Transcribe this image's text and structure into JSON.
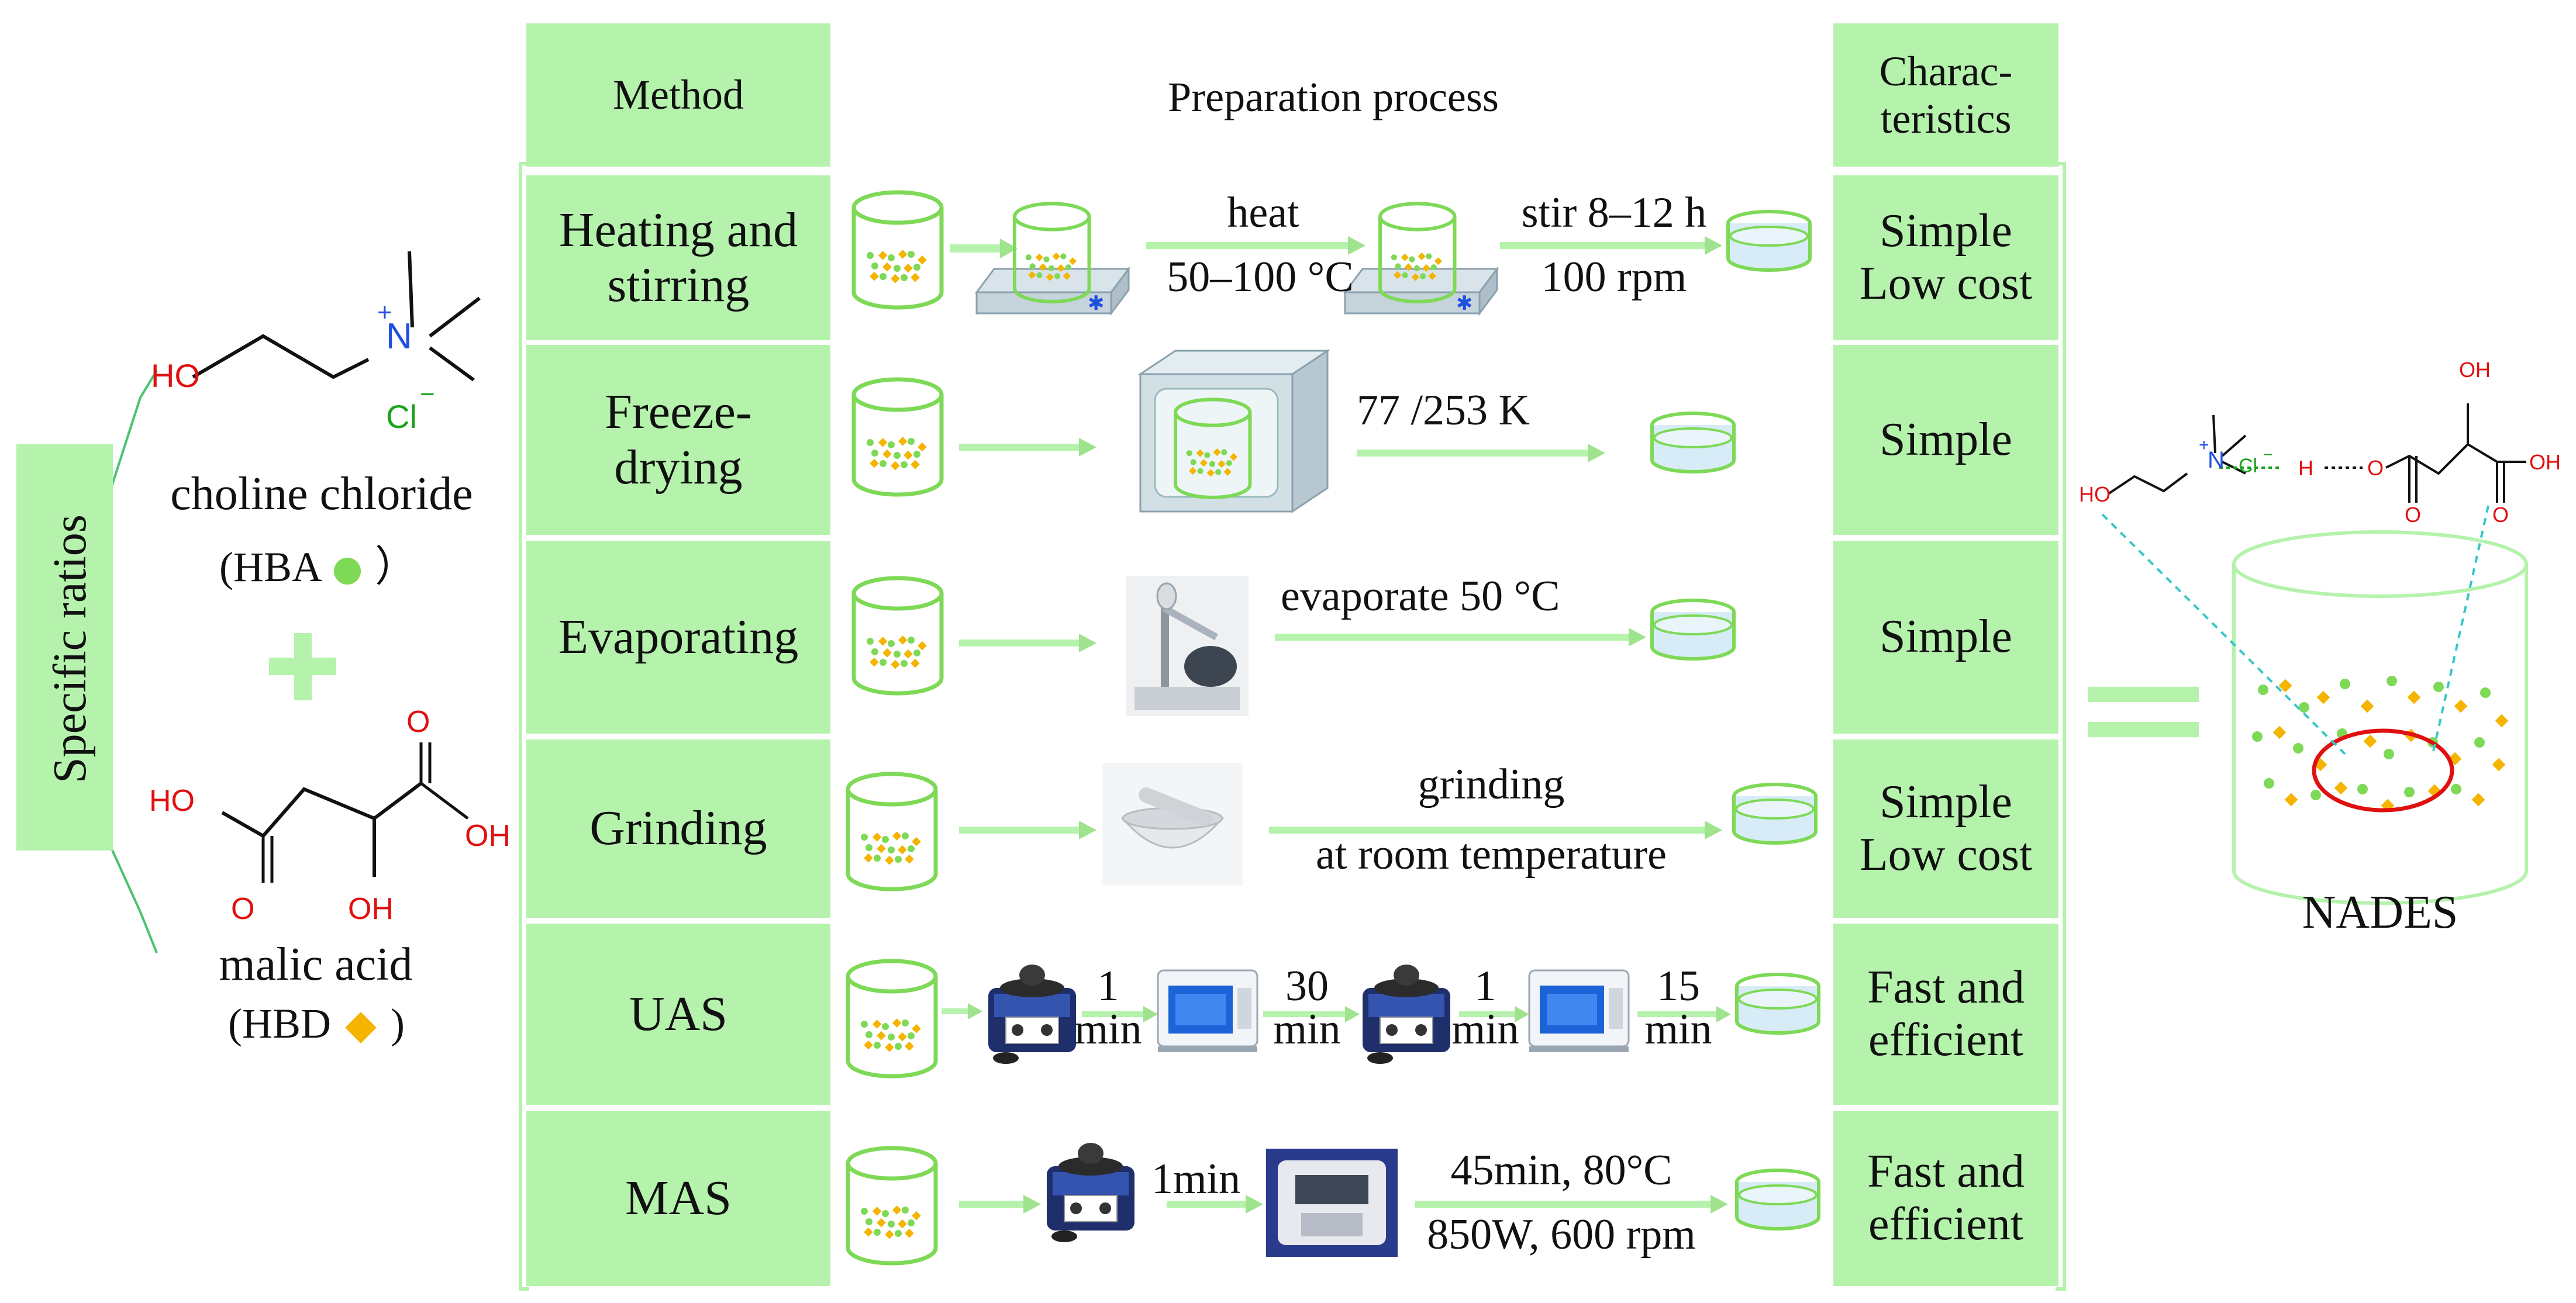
{
  "colors": {
    "panel_green": "#b5f2ac",
    "arrow_green": "#9fe38f",
    "beaker_stroke": "#7ed957",
    "hba_dot": "#7ed957",
    "hbd_diamond": "#f4b400",
    "liquid": "#d7ecf7",
    "heteroatom_red": "#e01010",
    "nitrogen_blue": "#1f4fe0",
    "chloride_green": "#1aa31a"
  },
  "left": {
    "side_label": "Specific ratios",
    "hba_name": "choline chloride",
    "hba_tag": "(HBA",
    "hba_tag_close": "）",
    "hbd_name": "malic acid",
    "hbd_tag": "(HBD",
    "hbd_tag_close": ")",
    "choline_atoms": {
      "ho": "HO",
      "n": "N",
      "plus": "+",
      "cl": "Cl",
      "minus": "−"
    },
    "malic_atoms": {
      "ho_left": "HO",
      "o_left": "O",
      "oh_middle": "OH",
      "o_right": "O",
      "oh_right": "OH"
    }
  },
  "table": {
    "header_method": "Method",
    "header_process": "Preparation process",
    "header_characteristics": "Charac-\nteristics",
    "rows": [
      {
        "method": "Heating and\nstirring",
        "characteristics": "Simple\nLow cost",
        "step1": "heat",
        "step1b": "50–100 °C",
        "step2": "stir 8–12 h",
        "step2b": "100 rpm"
      },
      {
        "method": "Freeze-\ndrying",
        "characteristics": "Simple",
        "step1": "77 /253 K"
      },
      {
        "method": "Evaporating",
        "characteristics": "Simple",
        "step1": "evaporate 50 °C"
      },
      {
        "method": "Grinding",
        "characteristics": "Simple\nLow cost",
        "step1": "grinding",
        "step1b": "at room temperature"
      },
      {
        "method": "UAS",
        "characteristics": "Fast and\nefficient",
        "steps": [
          "1\nmin",
          "30\nmin",
          "1\nmin",
          "15\nmin"
        ]
      },
      {
        "method": "MAS",
        "characteristics": "Fast and\nefficient",
        "step1": "1min",
        "step2": "45min, 80°C",
        "step2b": "850W, 600 rpm"
      }
    ]
  },
  "right": {
    "product_label": "NADES",
    "hbond_atoms": {
      "ho": "HO",
      "n": "N",
      "plus": "+",
      "cl": "Cl",
      "minus": "−",
      "h": "H",
      "o1": "O",
      "o2": "O",
      "o3": "O",
      "oh_top": "OH",
      "oh_right": "OH"
    }
  }
}
